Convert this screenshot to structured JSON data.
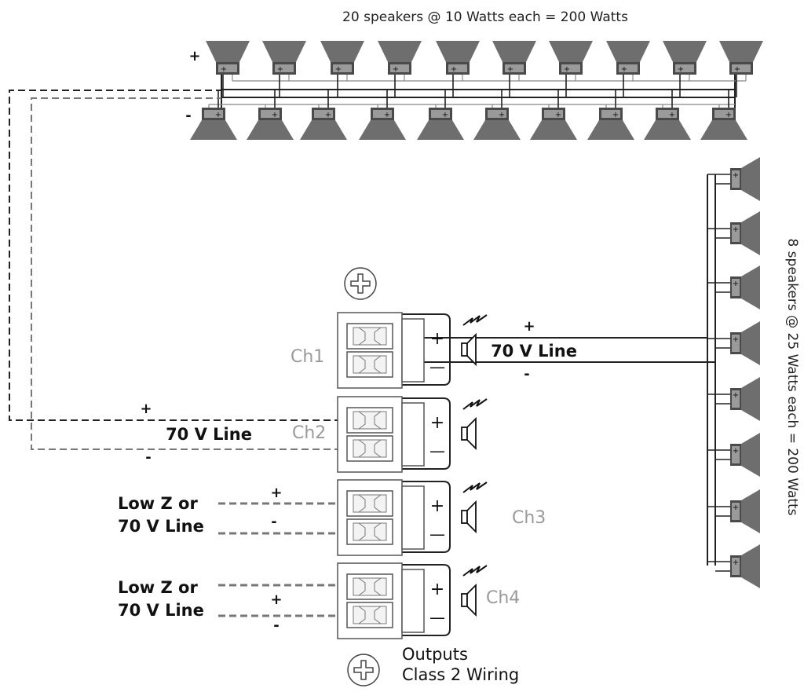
{
  "top_array": {
    "title": "20 speakers @ 10 Watts each = 200 Watts",
    "plus_sign": "+",
    "minus_sign": "-"
  },
  "right_array": {
    "title": "8 speakers @ 25 Watts each = 200 Watts"
  },
  "channels": [
    {
      "label": "Ch1"
    },
    {
      "label": "Ch2"
    },
    {
      "label": "Ch3"
    },
    {
      "label": "Ch4"
    }
  ],
  "ch1_line": {
    "label": "70 V Line",
    "plus": "+",
    "minus": "-"
  },
  "ch2_line": {
    "label": "70 V Line",
    "plus": "+",
    "minus": "-"
  },
  "ch3_input": {
    "line1": "Low Z or",
    "line2": "70 V Line",
    "plus": "+",
    "minus": "-"
  },
  "ch4_input": {
    "line1": "Low Z or",
    "line2": "70 V Line",
    "plus": "+",
    "minus": "-"
  },
  "terminal_signs": {
    "plus": "+",
    "minus": "—"
  },
  "outputs_note": {
    "line1": "Outputs",
    "line2": "Class 2 Wiring"
  },
  "colors": {
    "speaker": "#6e6e6e",
    "speaker_dark": "#4a4a4a",
    "wire": "#222222",
    "dashed_wire": "#777777",
    "channel_text": "#9a9a9a"
  }
}
